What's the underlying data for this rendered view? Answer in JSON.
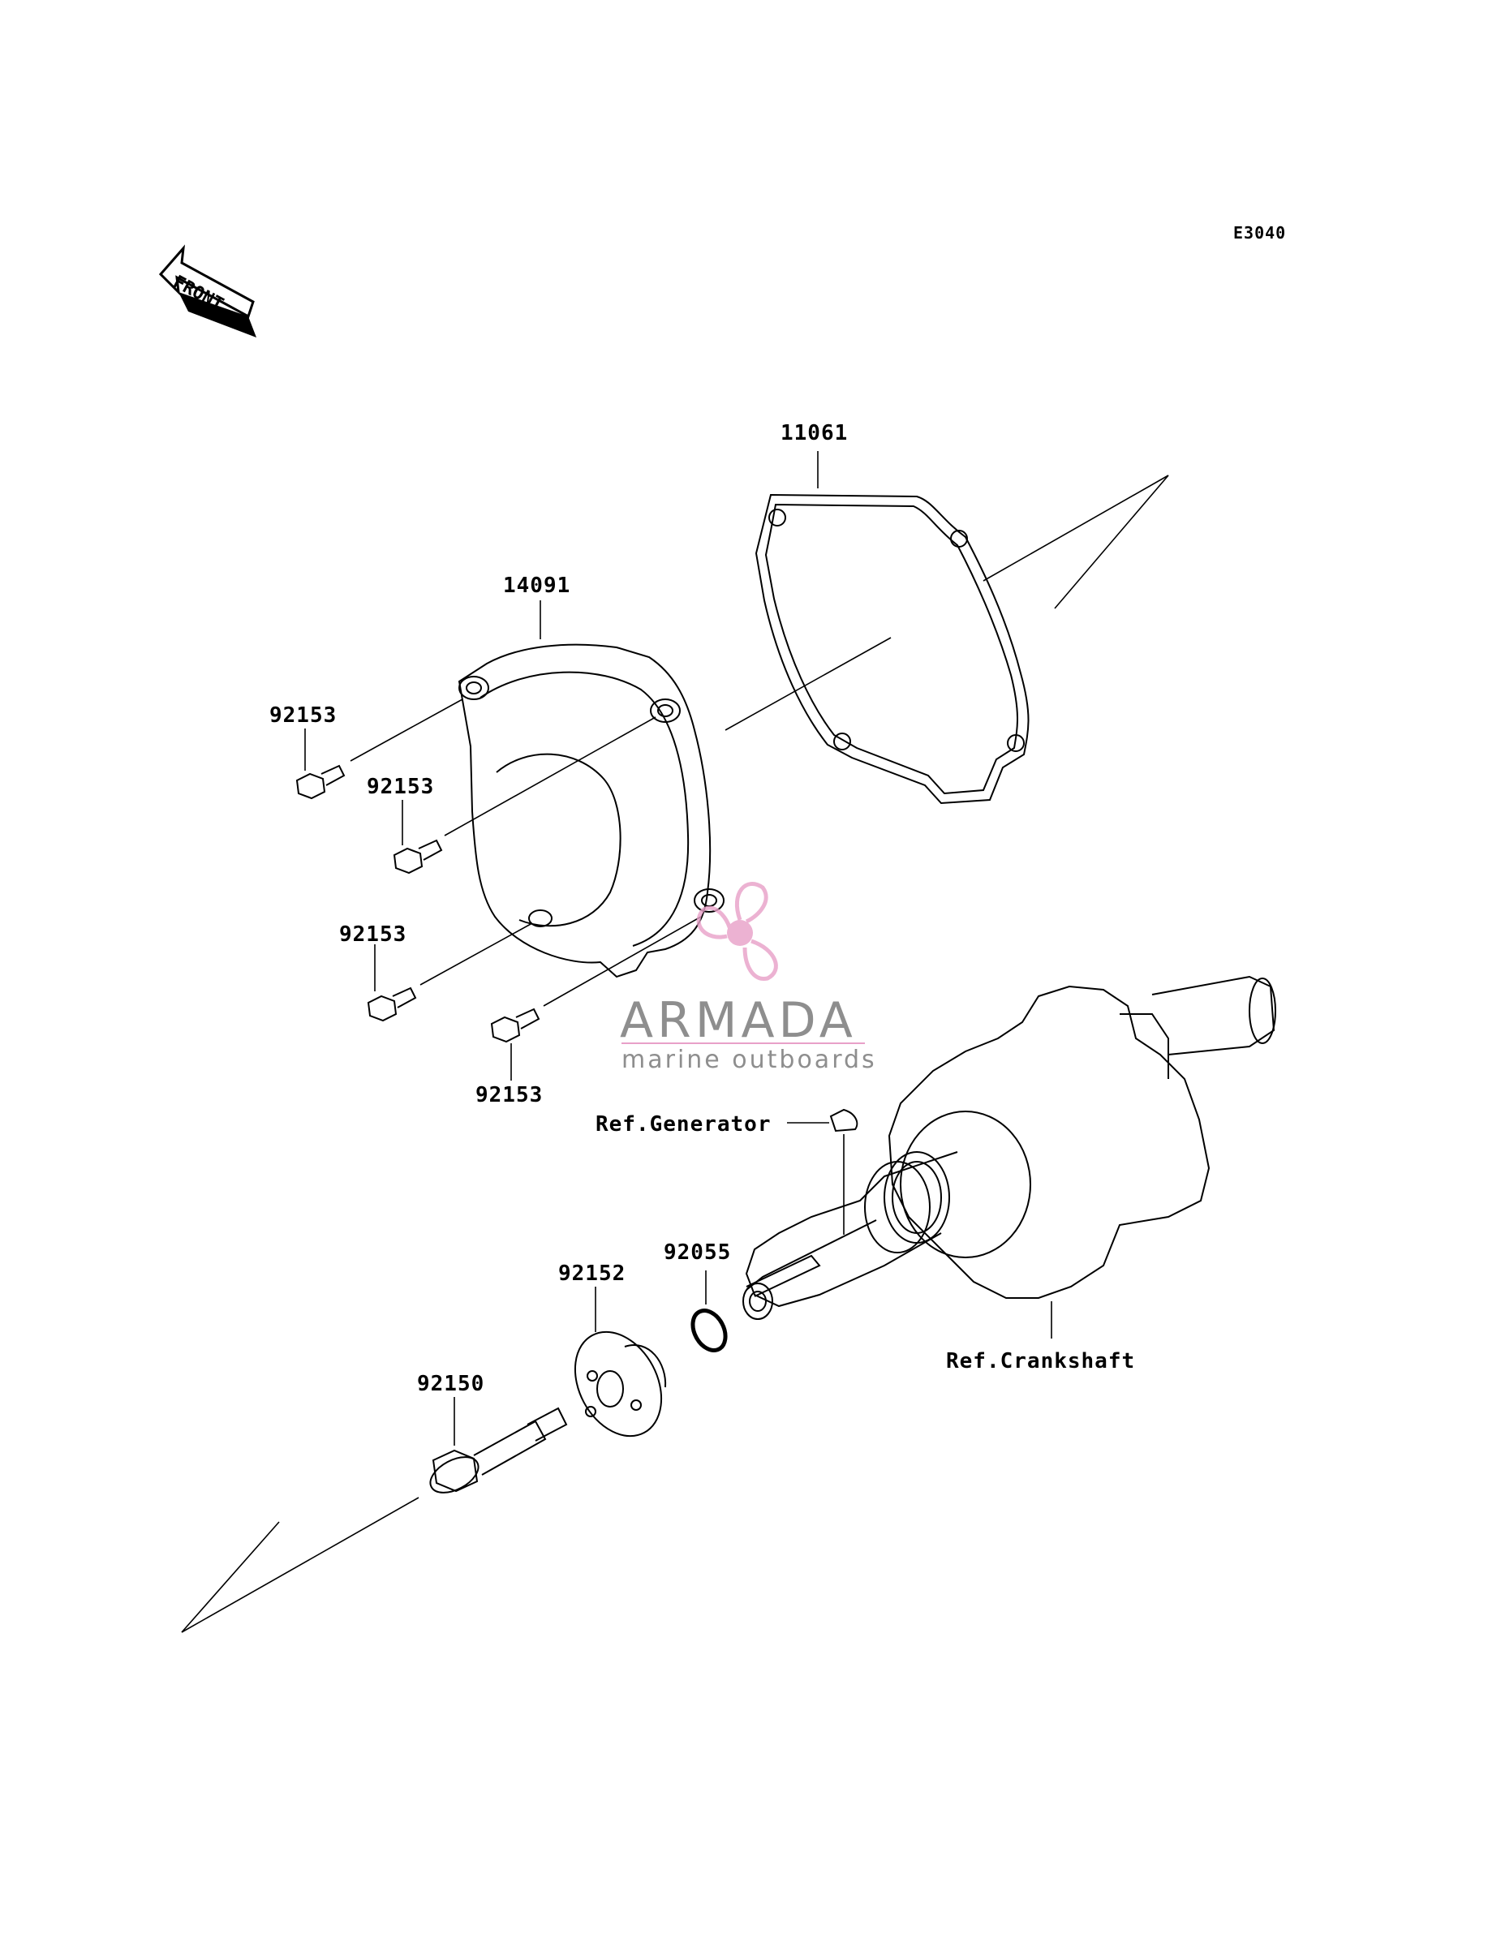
{
  "diagram": {
    "diagram_code": "E3040",
    "front_label": "FRONT",
    "callouts": [
      {
        "id": "gasket",
        "part": "11061"
      },
      {
        "id": "cover",
        "part": "14091"
      },
      {
        "id": "bolt-a",
        "part": "92153"
      },
      {
        "id": "bolt-b",
        "part": "92153"
      },
      {
        "id": "bolt-c",
        "part": "92153"
      },
      {
        "id": "bolt-d",
        "part": "92153"
      },
      {
        "id": "key",
        "part": "Ref.Generator"
      },
      {
        "id": "oring",
        "part": "92055"
      },
      {
        "id": "washer",
        "part": "92152"
      },
      {
        "id": "flange-bolt",
        "part": "92150"
      },
      {
        "id": "crankshaft",
        "part": "Ref.Crankshaft"
      }
    ]
  },
  "watermark": {
    "brand": "ARMADA",
    "tagline": "marine outboards",
    "colors": {
      "logo": "#e8a0c8",
      "text": "#8e8e8e"
    }
  }
}
